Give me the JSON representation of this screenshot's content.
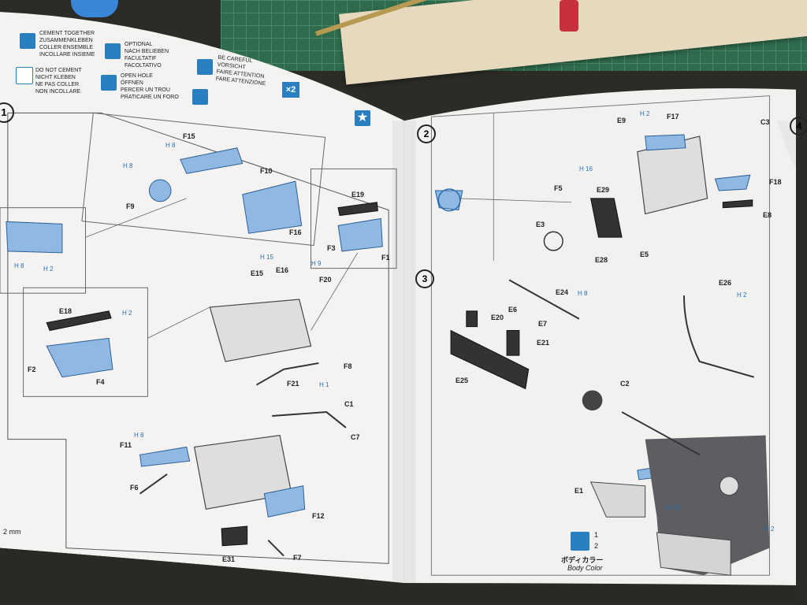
{
  "legend": {
    "cement_together": [
      "CEMENT TOGETHER",
      "ZUSAMMENKLEBEN",
      "COLLER ENSEMBLE",
      "INCOLLARE INSIEME"
    ],
    "do_not_cement": [
      "DO NOT CEMENT",
      "NICHT KLEBEN",
      "NE PAS COLLER",
      "NON INCOLLARE"
    ],
    "optional": [
      "OPTIONAL",
      "NACH BELIEBEN",
      "FACULTATIF",
      "FACOLTATIVO"
    ],
    "open_hole": [
      "OPEN HOLE",
      "ÖFFNEN",
      "PERCER UN TROU",
      "PRATICARE UN FORO"
    ],
    "be_careful": [
      "BE CAREFUL",
      "VORSICHT",
      "FAIRE ATTENTION",
      "FARE ATTENZIONE"
    ],
    "x2": "×2"
  },
  "steps": {
    "s1": "1",
    "s2": "2",
    "s3": "3",
    "s4": "4"
  },
  "step1_parts": [
    "F15",
    "F10",
    "F9",
    "F16",
    "E19",
    "F3",
    "F1",
    "E15",
    "E16",
    "F20",
    "E18",
    "F2",
    "F4",
    "F8",
    "F21",
    "C1",
    "C7",
    "F11",
    "F6",
    "F12",
    "E31",
    "F7"
  ],
  "step2_parts": [
    "E9",
    "F17",
    "C3",
    "F18",
    "E8",
    "F5",
    "E29",
    "E3",
    "E28",
    "E5"
  ],
  "step3_parts": [
    "E6",
    "E24",
    "E20",
    "E7",
    "E21",
    "E25",
    "E26",
    "C2",
    "E1"
  ],
  "hbadges": [
    "H 8",
    "H 2",
    "H 15",
    "H 9",
    "H 1",
    "H 18",
    "H 16"
  ],
  "body_color": {
    "jp": "ボディカラー",
    "en": "Body Color",
    "n1": "1",
    "n2": "2"
  },
  "scale": "2 mm"
}
